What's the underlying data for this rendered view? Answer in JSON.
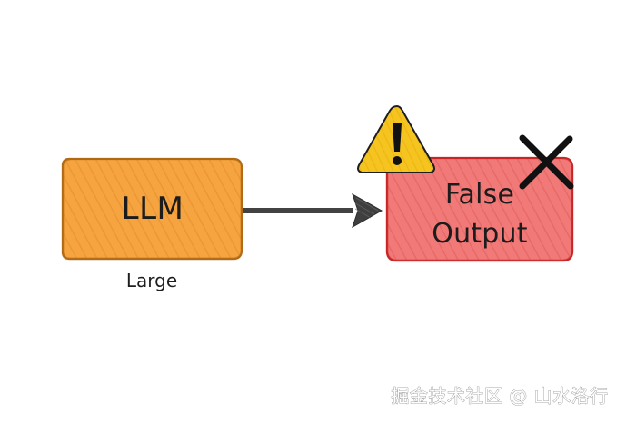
{
  "diagram": {
    "source_box": {
      "label": "LLM",
      "caption": "Large",
      "fill_color": "#F4A33D",
      "stroke_color": "#B06A14"
    },
    "connector": {
      "type": "arrow",
      "color": "#3F3F3F"
    },
    "target_box": {
      "line1": "False",
      "line2": "Output",
      "fill_color": "#F07A78",
      "stroke_color": "#C62828"
    },
    "warning_icon": {
      "name": "warning-icon",
      "color": "#F4C21B"
    },
    "cross_icon": {
      "name": "cross-icon",
      "color": "#111111"
    }
  },
  "watermark": {
    "text": "掘金技术社区 @ 山水洛行"
  }
}
